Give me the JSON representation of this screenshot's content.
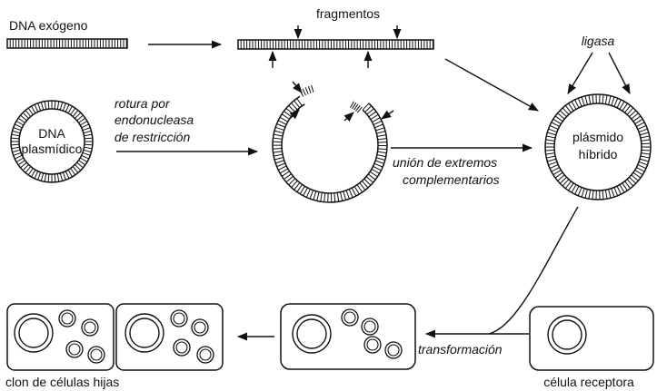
{
  "labels": {
    "dna_exogeno": "DNA exógeno",
    "fragmentos": "fragmentos",
    "dna_plasmidico_1": "DNA",
    "dna_plasmidico_2": "plasmídico",
    "rotura_1": "rotura por",
    "rotura_2": "endonucleasa",
    "rotura_3": "de restricción",
    "union_1": "unión de extremos",
    "union_2": "complementarios",
    "ligasa": "ligasa",
    "hibrido_1": "plásmido",
    "hibrido_2": "híbrido",
    "transformacion": "transformación",
    "celula_receptora": "célula receptora",
    "clon": "clon de células hijas"
  }
}
